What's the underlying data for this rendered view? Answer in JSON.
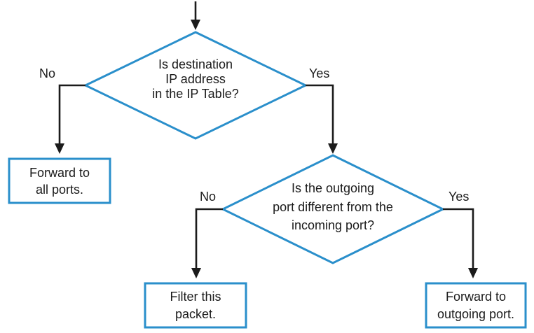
{
  "diagram": {
    "decision1": {
      "line1": "Is destination",
      "line2": "IP address",
      "line3": "in the IP Table?",
      "no_label": "No",
      "yes_label": "Yes"
    },
    "decision2": {
      "line1": "Is the outgoing",
      "line2": "port different from the",
      "line3": "incoming port?",
      "no_label": "No",
      "yes_label": "Yes"
    },
    "action_forward_all": {
      "line1": "Forward to",
      "line2": "all ports."
    },
    "action_filter": {
      "line1": "Filter this",
      "line2": "packet."
    },
    "action_forward_outgoing": {
      "line1": "Forward to",
      "line2": "outgoing port."
    },
    "colors": {
      "shape_border": "#2a8fcb",
      "line": "#1b1b1b",
      "text": "#1b1b1b",
      "background": "#ffffff"
    }
  }
}
